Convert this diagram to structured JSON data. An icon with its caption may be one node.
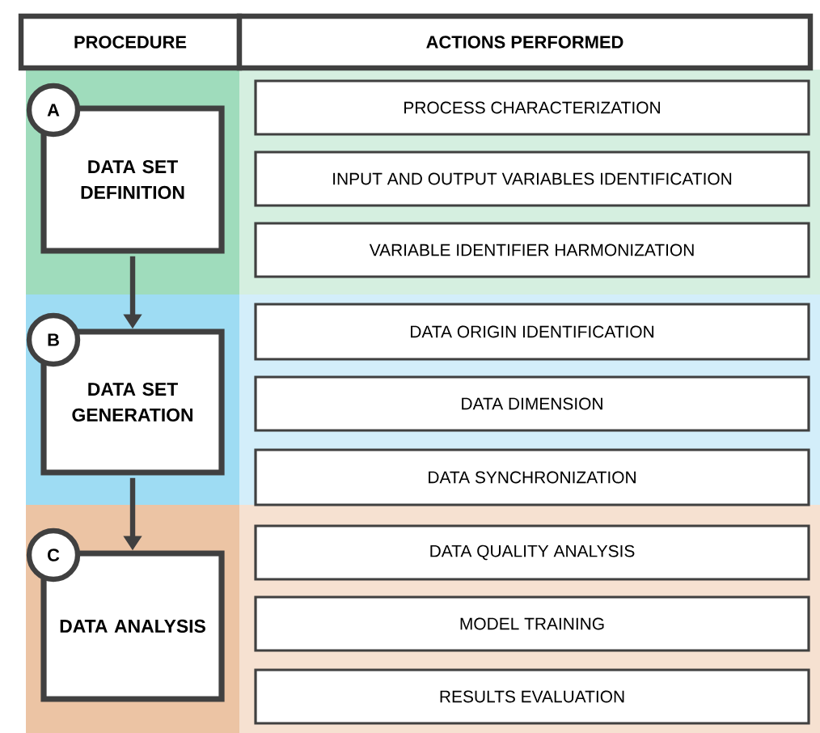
{
  "diagram": {
    "nodes": [
      {
        "text": [
          "PROCEDURE"
        ]
      },
      {
        "text": [
          "ACTIONS PERFORMED"
        ]
      },
      {
        "text": [
          "A"
        ]
      },
      {
        "text": [
          "DATA SET DEFINITION"
        ]
      },
      {
        "text": [
          "PROCESS CHARACTERIZATION"
        ]
      },
      {
        "text": [
          "INPUT AND OUTPUT VARIABLES IDENTIFICATION"
        ]
      },
      {
        "text": [
          "VARIABLE IDENTIFIER HARMONIZATION"
        ]
      },
      {
        "text": [
          "B"
        ]
      },
      {
        "text": [
          "DATA SET GENERATION"
        ]
      },
      {
        "text": [
          "DATA ORIGIN IDENTIFICATION"
        ]
      },
      {
        "text": [
          "DATA DIMENSION"
        ]
      },
      {
        "text": [
          "DATA SYNCHRONIZATION"
        ]
      },
      {
        "text": [
          "C"
        ]
      },
      {
        "text": [
          "DATA ANALYSIS"
        ]
      },
      {
        "text": [
          "DATA QUALITY ANALYSIS"
        ]
      },
      {
        "text": [
          "MODEL TRAINING"
        ]
      },
      {
        "text": [
          "RESULTS EVALUATION"
        ]
      }
    ],
    "edges": [
      {
        "from": 3,
        "to": 8,
        "arrow": "to"
      },
      {
        "from": 8,
        "to": 13,
        "arrow": "to"
      }
    ]
  }
}
